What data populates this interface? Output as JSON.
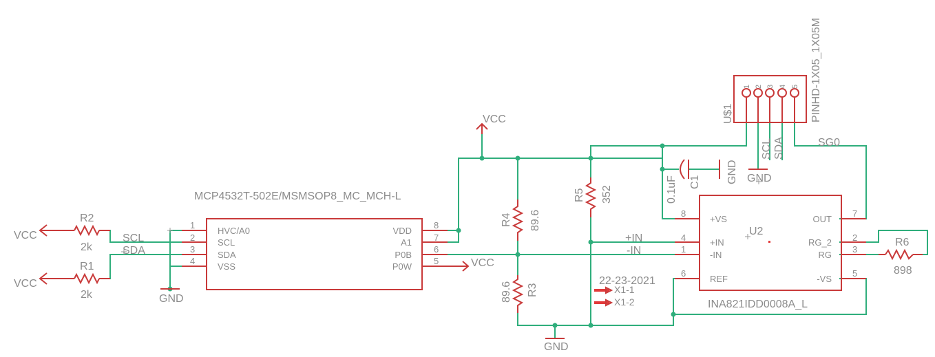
{
  "schematic": {
    "ic1": {
      "name": "MCP4532T-502E/MSMSOP8_MC_MCH-L",
      "left_pins": [
        {
          "num": "1",
          "name": "HVC/A0"
        },
        {
          "num": "2",
          "name": "SCL"
        },
        {
          "num": "3",
          "name": "SDA"
        },
        {
          "num": "4",
          "name": "VSS"
        }
      ],
      "right_pins": [
        {
          "num": "8",
          "name": "VDD"
        },
        {
          "num": "7",
          "name": "A1"
        },
        {
          "num": "6",
          "name": "P0B"
        },
        {
          "num": "5",
          "name": "P0W"
        }
      ]
    },
    "u2": {
      "name": "U2",
      "value": "INA821IDD0008A_L",
      "left_pins": [
        {
          "num": "8",
          "name": "+VS"
        },
        {
          "num": "4",
          "name": "+IN"
        },
        {
          "num": "1",
          "name": "-IN"
        },
        {
          "num": "6",
          "name": "REF"
        }
      ],
      "right_pins": [
        {
          "num": "7",
          "name": "OUT"
        },
        {
          "num": "2",
          "name": "RG_2"
        },
        {
          "num": "3",
          "name": "RG"
        },
        {
          "num": "5",
          "name": "-VS"
        }
      ]
    },
    "header": {
      "name": "U$1",
      "value": "PINHD-1X05_1X05M",
      "pins": [
        "1",
        "2",
        "3",
        "4",
        "5"
      ]
    },
    "resistors": {
      "r1": {
        "name": "R1",
        "value": "2k"
      },
      "r2": {
        "name": "R2",
        "value": "2k"
      },
      "r3": {
        "name": "R3",
        "value": "89.6"
      },
      "r4": {
        "name": "R4",
        "value": "89.6"
      },
      "r5": {
        "name": "R5",
        "value": "352"
      },
      "r6": {
        "name": "R6",
        "value": "898"
      }
    },
    "capacitor": {
      "name": "C1",
      "value": "0.1uF"
    },
    "testpoints": {
      "date": "22-23-2021",
      "x1_1": "X1-1",
      "x1_2": "X1-2"
    },
    "labels": {
      "vcc": "VCC",
      "gnd": "GND",
      "scl": "SCL",
      "sda": "SDA",
      "plus_in": "+IN",
      "minus_in": "-IN",
      "sg0": "SG0"
    },
    "colors": {
      "wire": "#2fae7c",
      "symbol": "#c93a3a",
      "text": "#8c8c8c"
    }
  }
}
